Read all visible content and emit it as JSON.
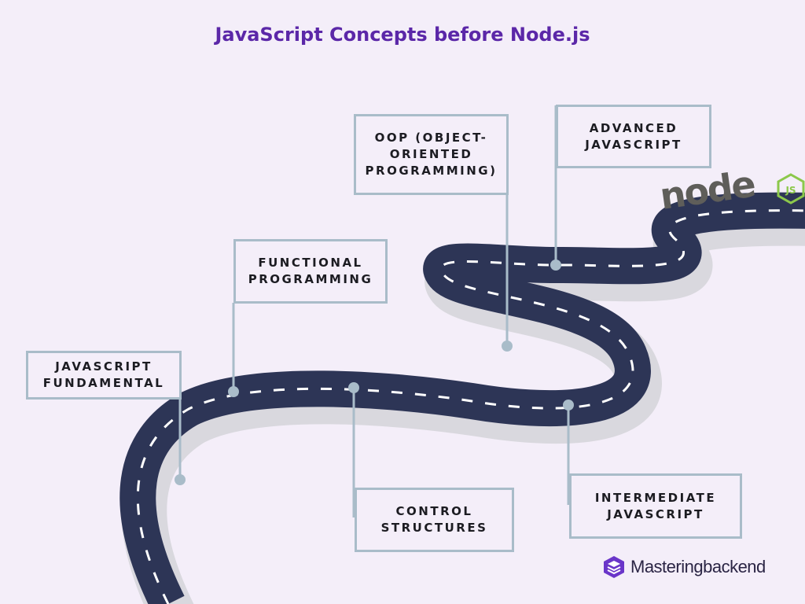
{
  "title": "JavaScript Concepts before Node.js",
  "milestones": [
    {
      "id": "fundamental",
      "label": "JAVASCRIPT\nFUNDAMENTAL"
    },
    {
      "id": "functional",
      "label": "FUNCTIONAL\nPROGRAMMING"
    },
    {
      "id": "control",
      "label": "CONTROL\nSTRUCTURES"
    },
    {
      "id": "oop",
      "label": "OOP (OBJECT-\nORIENTED\nPROGRAMMING)"
    },
    {
      "id": "intermediate",
      "label": "INTERMEDIATE\nJAVASCRIPT"
    },
    {
      "id": "advanced",
      "label": "ADVANCED\nJAVASCRIPT"
    }
  ],
  "destination_logo": {
    "text": "node",
    "badge": "JS"
  },
  "brand": {
    "name": "Masteringbackend",
    "icon": "layers-icon"
  },
  "colors": {
    "title": "#5b27a8",
    "road": "#2d3556",
    "road_edge": "#dedde4",
    "connector": "#a9bcc9",
    "node_green": "#8cc84b",
    "node_gray": "#5f5e5a"
  }
}
